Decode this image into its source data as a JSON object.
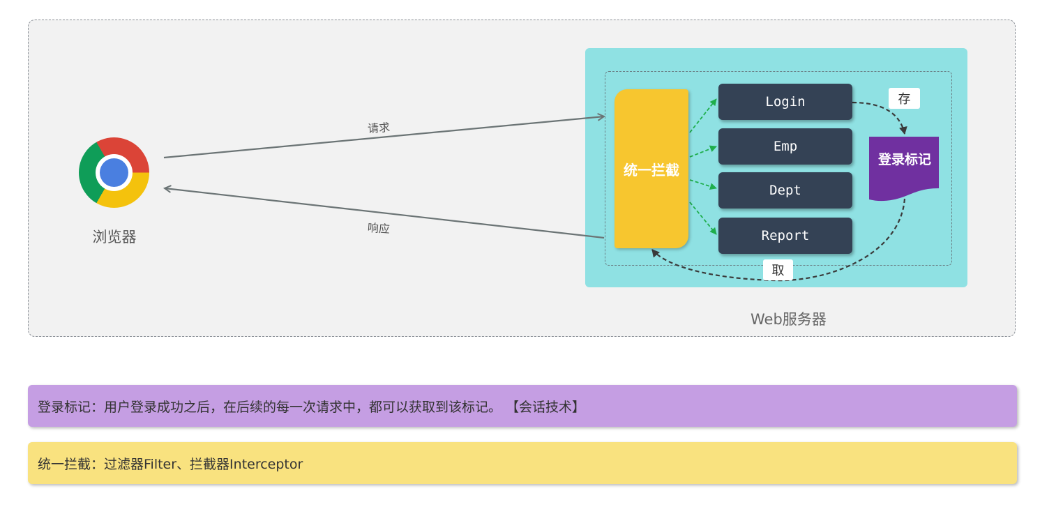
{
  "browser": {
    "label": "浏览器",
    "icon": "chrome-browser-icon"
  },
  "arrows": {
    "request_label": "请求",
    "response_label": "响应"
  },
  "server": {
    "label": "Web服务器"
  },
  "interceptor": {
    "label": "统一拦截"
  },
  "modules": [
    {
      "label": "Login"
    },
    {
      "label": "Emp"
    },
    {
      "label": "Dept"
    },
    {
      "label": "Report"
    }
  ],
  "token": {
    "label": "登录标记",
    "store_label": "存",
    "fetch_label": "取"
  },
  "notes": {
    "session_note": "登录标记：用户登录成功之后，在后续的每一次请求中，都可以获取到该标记。 【会话技术】",
    "intercept_note": "统一拦截：过滤器Filter、拦截器Interceptor"
  },
  "colors": {
    "server_bg": "#8fe1e3",
    "interceptor": "#f7c62f",
    "module": "#344255",
    "token": "#7030a0",
    "note_purple": "#c59ee3",
    "note_yellow": "#f9e27f",
    "dispatch_arrow": "#1fae4c"
  }
}
